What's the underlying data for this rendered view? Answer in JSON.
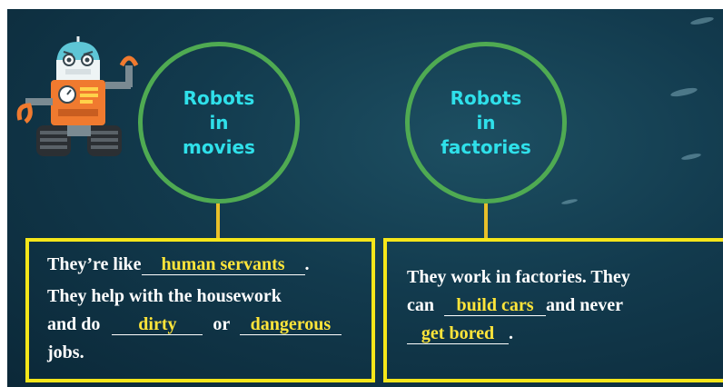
{
  "circles": [
    {
      "text": "Robots\nin\nmovies"
    },
    {
      "text": "Robots\nin\nfactories"
    }
  ],
  "left_box": {
    "line1_pre": "They’re like",
    "answer1": "human servants",
    "line1_post": ".",
    "line2": "They help with the housework",
    "line3_pre": "and do",
    "answer2": "dirty",
    "line3_mid": "or",
    "answer3": "dangerous",
    "line4": "jobs."
  },
  "right_box": {
    "line1": "They work in factories. They",
    "line2_pre": "can",
    "answer1": "build cars",
    "line2_post": "and never",
    "answer2": "get bored",
    "line3_post": "."
  },
  "colors": {
    "background": "#123a4d",
    "circle_border": "#4faa52",
    "circle_text": "#2fe0ea",
    "box_border": "#f5e61a",
    "answer_text": "#ffe53a"
  },
  "icons": [
    "robot-mascot"
  ]
}
